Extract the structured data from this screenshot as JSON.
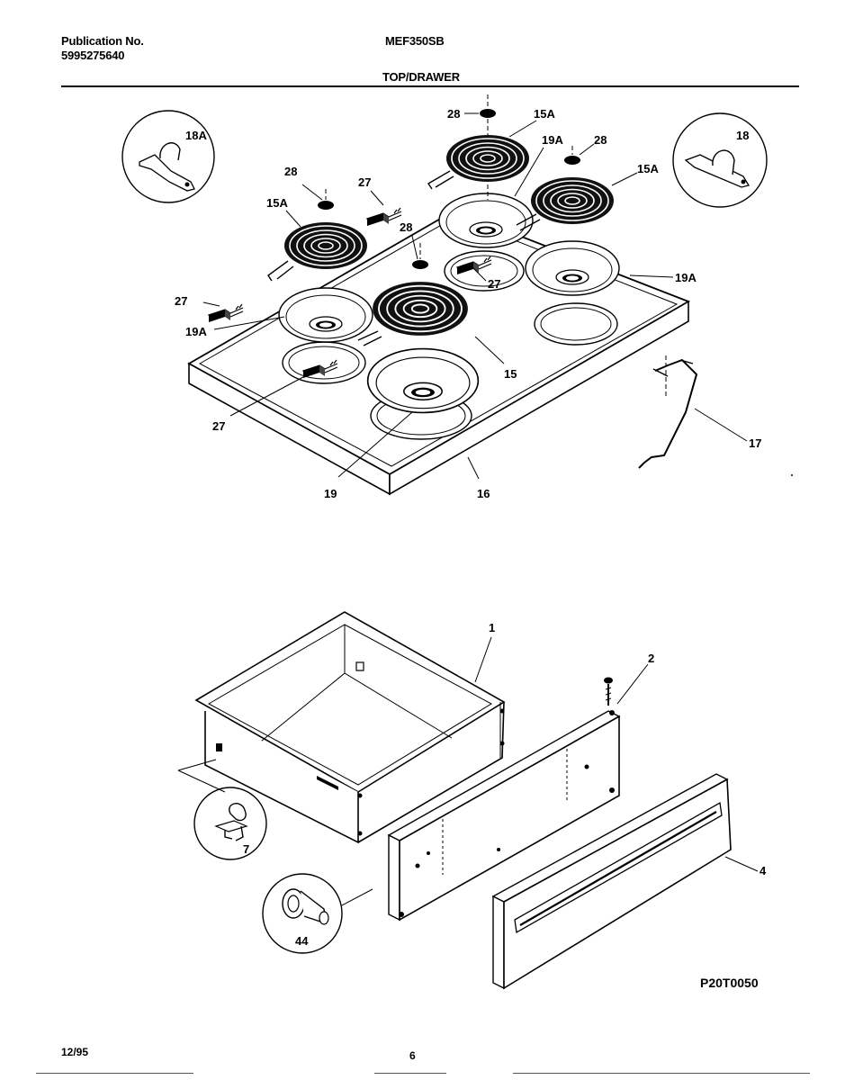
{
  "header": {
    "publication_label": "Publication No.",
    "publication_number": "5995275640",
    "model": "MEF350SB",
    "section_title": "TOP/DRAWER"
  },
  "callouts": {
    "c28": "28",
    "c15A": "15A",
    "c19A": "19A",
    "c18A": "18A",
    "c18": "18",
    "c27": "27",
    "c15": "15",
    "c16": "16",
    "c17": "17",
    "c19": "19",
    "c1": "1",
    "c2": "2",
    "c4": "4",
    "c7": "7",
    "c44": "44"
  },
  "diagram_code": "P20T0050",
  "footer": {
    "date": "12/95",
    "page": "6"
  }
}
